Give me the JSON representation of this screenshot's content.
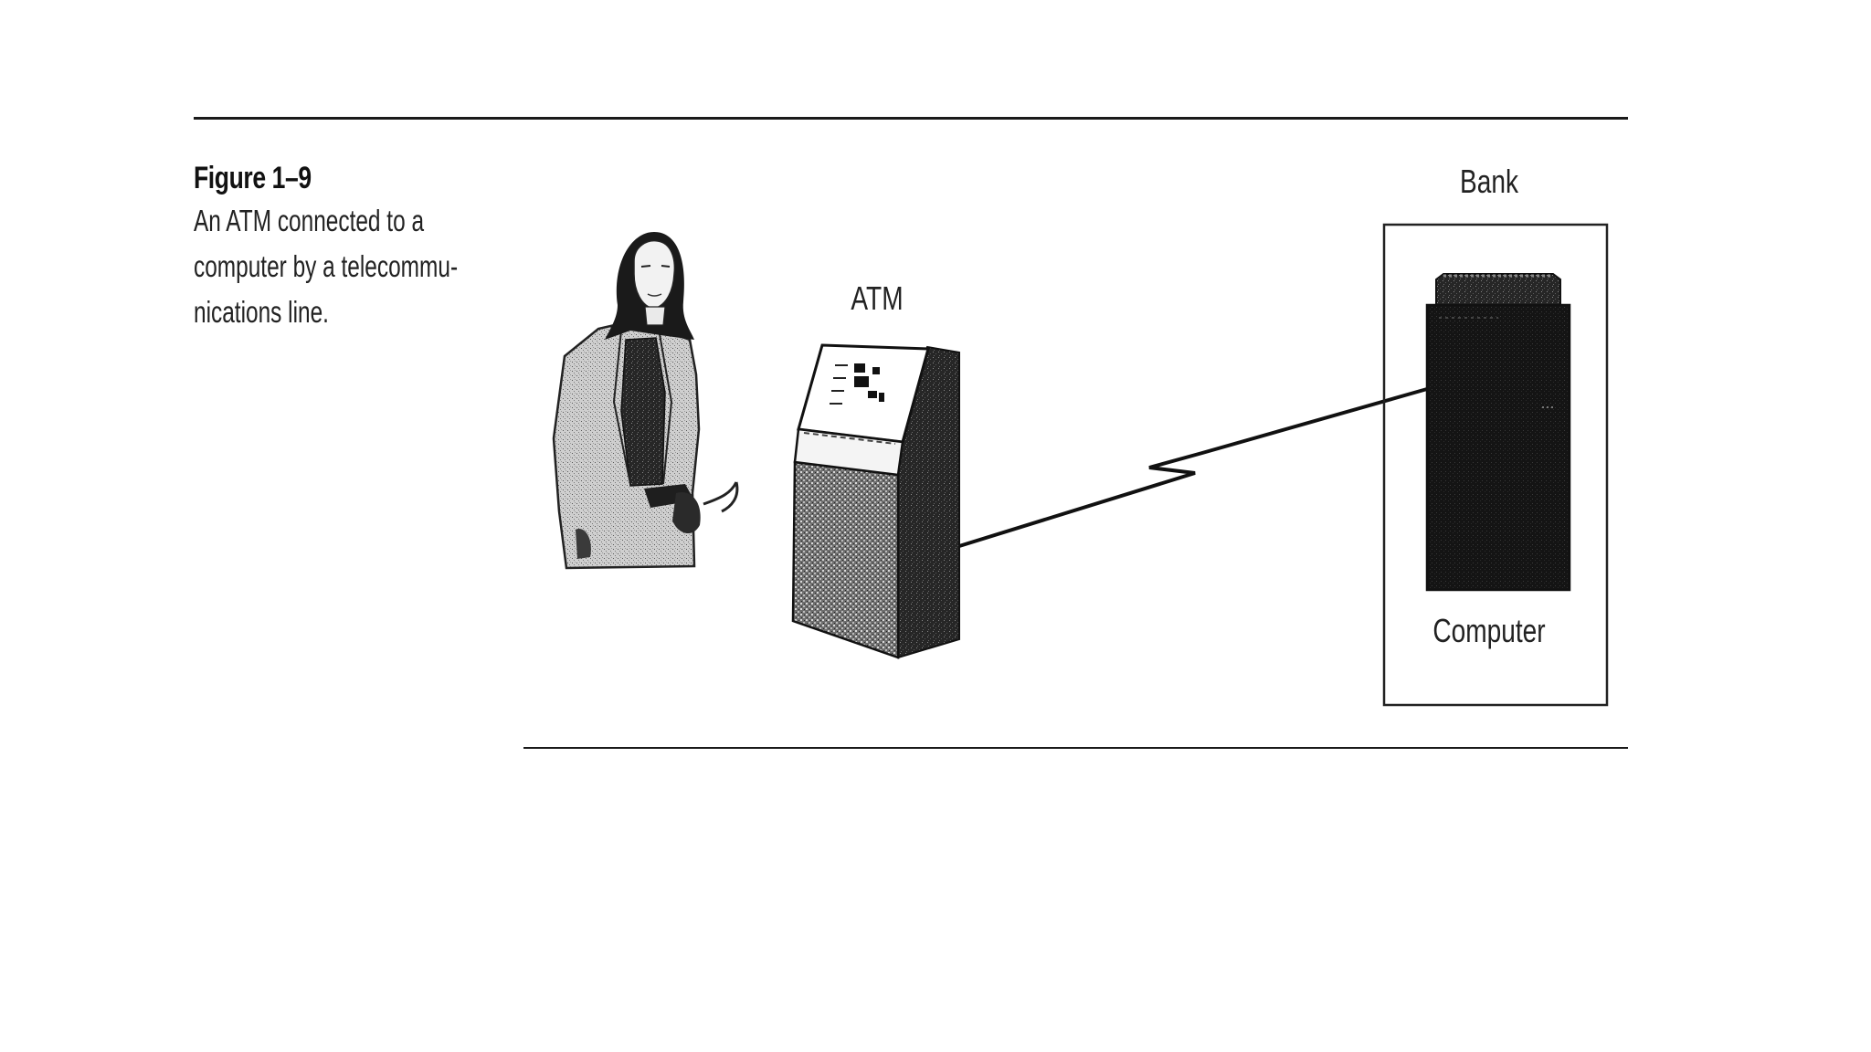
{
  "figure": {
    "number": "Figure 1–9",
    "caption_lines": [
      "An ATM connected to a",
      "computer by a telecommu-",
      "nications line."
    ]
  },
  "labels": {
    "atm": "ATM",
    "bank": "Bank",
    "computer": "Computer"
  },
  "icons": {
    "person": "woman-with-card-icon",
    "atm": "atm-machine-icon",
    "computer": "mainframe-computer-icon",
    "link": "telecommunications-line"
  }
}
